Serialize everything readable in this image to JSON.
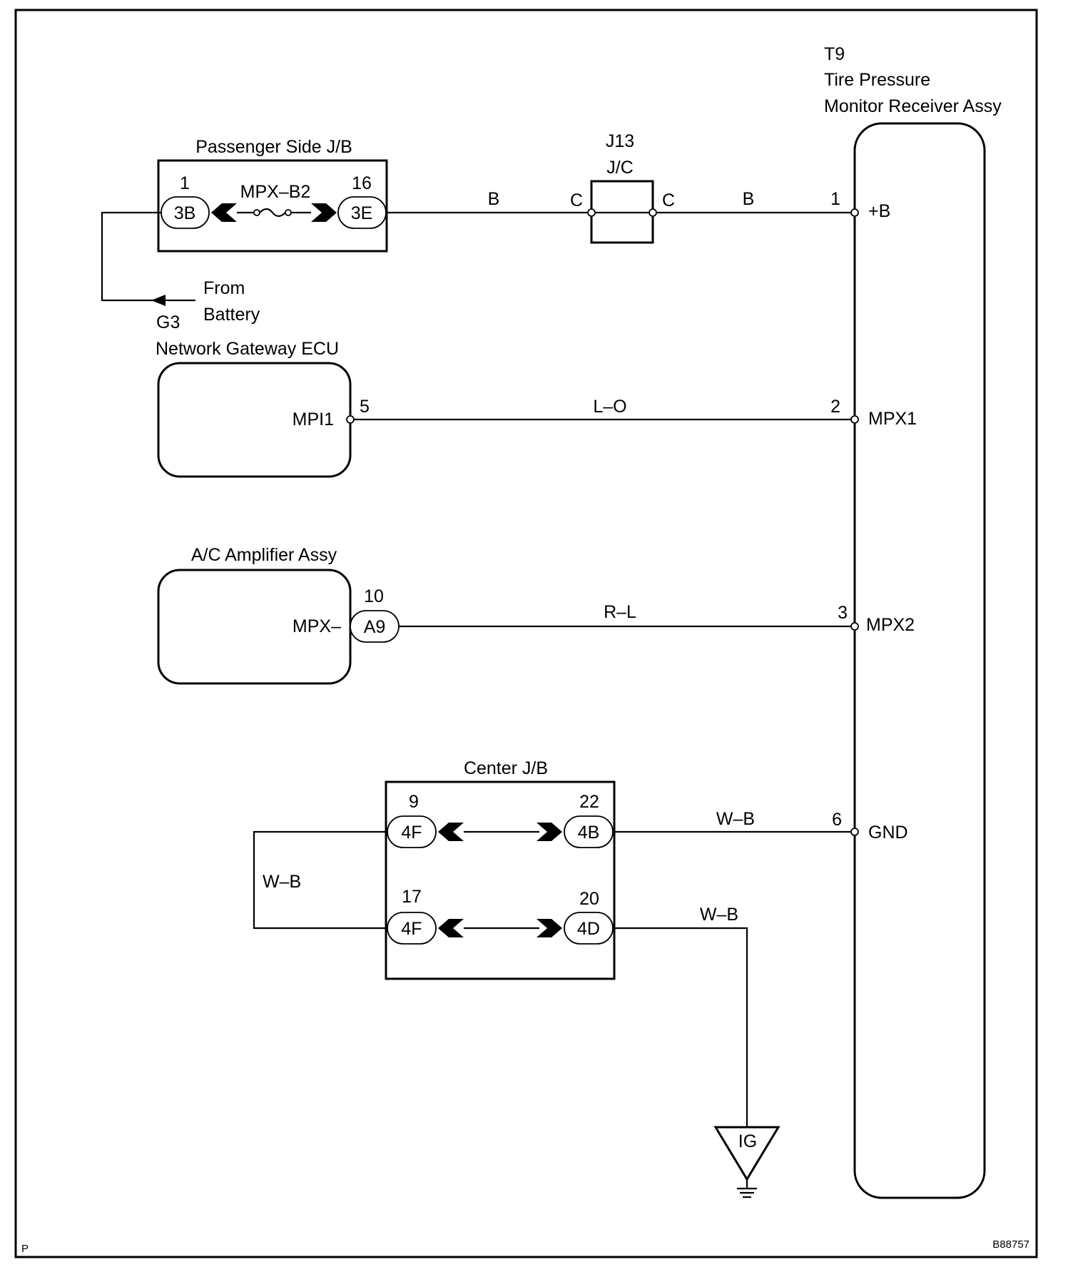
{
  "receiver": {
    "code": "T9",
    "name_line1": "Tire Pressure",
    "name_line2": "Monitor Receiver Assy",
    "pins": [
      {
        "num": "1",
        "name": "+B"
      },
      {
        "num": "2",
        "name": "MPX1"
      },
      {
        "num": "3",
        "name": "MPX2"
      },
      {
        "num": "6",
        "name": "GND"
      }
    ]
  },
  "passenger_jb": {
    "title": "Passenger Side J/B",
    "fuse": "MPX–B2",
    "left_pin": "1",
    "left_connector": "3B",
    "right_pin": "16",
    "right_connector": "3E"
  },
  "junction": {
    "code": "J13",
    "name": "J/C",
    "left_terminal": "C",
    "right_terminal": "C"
  },
  "battery": {
    "line1": "From",
    "line2": "Battery"
  },
  "gateway": {
    "code": "G3",
    "name": "Network Gateway ECU",
    "terminal": "MPI1",
    "pin": "5"
  },
  "ac_amp": {
    "name": "A/C Amplifier Assy",
    "terminal": "MPX–",
    "pin": "10",
    "connector": "A9"
  },
  "center_jb": {
    "title": "Center J/B",
    "top_left_pin": "9",
    "top_left_connector": "4F",
    "top_right_pin": "22",
    "top_right_connector": "4B",
    "bottom_left_pin": "17",
    "bottom_left_connector": "4F",
    "bottom_right_pin": "20",
    "bottom_right_connector": "4D"
  },
  "wires": {
    "b_left": "B",
    "b_right": "B",
    "mpx1": "L–O",
    "mpx2": "R–L",
    "gnd": "W–B",
    "loop": "W–B",
    "ground": "W–B"
  },
  "ground_point": "IG",
  "corner_left": "P",
  "figure_id": "B88757"
}
